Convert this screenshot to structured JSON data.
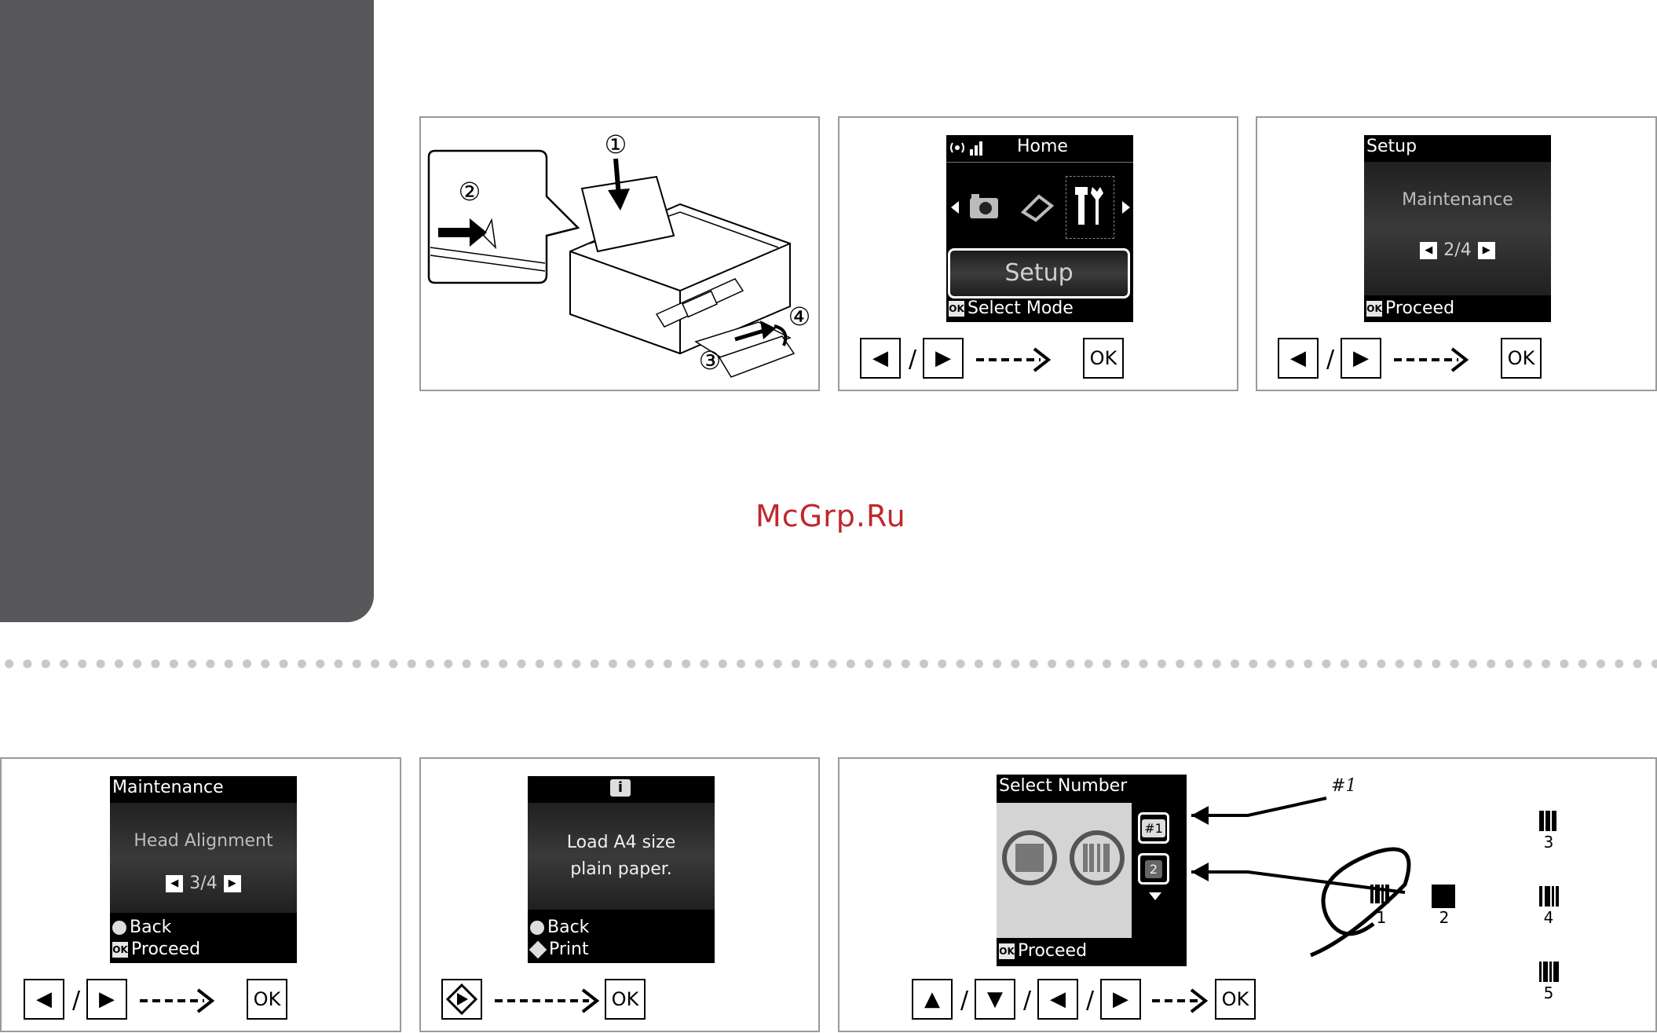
{
  "watermark": "McGrp.Ru",
  "panel1": {
    "callouts": [
      "①",
      "②",
      "③",
      "④"
    ]
  },
  "panel2": {
    "header": "Home",
    "mode_label": "Setup",
    "footer_ok": "OK",
    "footer_text": "Select Mode",
    "keys": {
      "left": "◀",
      "slash": "/",
      "right": "▶",
      "ok": "OK"
    }
  },
  "panel3": {
    "header": "Setup",
    "item": "Maintenance",
    "pager": "2/4",
    "footer_ok": "OK",
    "footer_text": "Proceed",
    "keys": {
      "left": "◀",
      "slash": "/",
      "right": "▶",
      "ok": "OK"
    }
  },
  "panel4": {
    "header": "Maintenance",
    "item": "Head Alignment",
    "pager": "3/4",
    "footer_back": "Back",
    "footer_ok": "OK",
    "footer_text": "Proceed",
    "keys": {
      "left": "◀",
      "slash": "/",
      "right": "▶",
      "ok": "OK"
    }
  },
  "panel5": {
    "line1": "Load A4 size",
    "line2": "plain paper.",
    "footer_back": "Back",
    "footer_print": "Print",
    "keys": {
      "ok": "OK"
    }
  },
  "panel6": {
    "header": "Select Number",
    "badge1": "#1",
    "badge2": "2",
    "footer_ok": "OK",
    "footer_text": "Proceed",
    "callout": "#1",
    "patterns": [
      "1",
      "2",
      "3",
      "4",
      "5"
    ],
    "keys": {
      "up": "▲",
      "down": "▼",
      "slash": "/",
      "left": "◀",
      "right": "▶",
      "ok": "OK"
    }
  },
  "colors": {
    "sidetab": "#58585a",
    "watermark": "#c0282d",
    "panel_border": "#9a9a9a"
  }
}
